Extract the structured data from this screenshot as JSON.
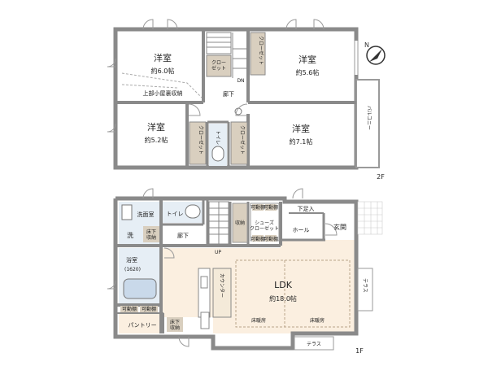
{
  "floor2": {
    "floor_label": "2F",
    "room_nw_name": "洋室",
    "room_nw_size": "約6.0帖",
    "attic_storage": "上部小屋裏収納",
    "room_ne_name": "洋室",
    "room_ne_size": "約5.6帖",
    "room_sw_name": "洋室",
    "room_sw_size": "約5.2帖",
    "room_se_name": "洋室",
    "room_se_size": "約7.1帖",
    "closet_center_label": "クロー\nゼット",
    "closet_ne_label": "クローゼット",
    "closet_sw_label": "クローゼット",
    "closet_se_label": "クローゼット",
    "hallway": "廊下",
    "toilet": "トイレ",
    "stair_dn": "DN",
    "balcony": "バルコニー"
  },
  "floor1": {
    "floor_label": "1F",
    "washroom": "洗面室",
    "wash_symbol": "洗",
    "underfloor_storage_1": "床下\n収納",
    "toilet": "トイレ",
    "hallway": "廊下",
    "storage": "収納",
    "shoe_closet": "シューズ\nクローゼット",
    "movable_shelf": "可動棚",
    "entrance_hall": "ホール",
    "dirty_entry": "下足入",
    "genkan": "玄関",
    "bath_name": "浴室",
    "bath_size": "(1620)",
    "stair_up": "UP",
    "counter": "カウンター",
    "ldk_name": "LDK",
    "ldk_size": "約18.0帖",
    "floor_heating_1": "床暖房",
    "floor_heating_2": "床暖房",
    "pantry": "パントリー",
    "underfloor_storage_2": "床下\n収納",
    "terrace_east": "テラス",
    "terrace_south": "テラス"
  },
  "colors": {
    "wall": "#8a8a8a",
    "ldk_floor": "#fbefe0",
    "closet_fill": "#d9cfbf",
    "wet_area": "#e6eef5",
    "bath_fill": "#c9d9ea"
  }
}
